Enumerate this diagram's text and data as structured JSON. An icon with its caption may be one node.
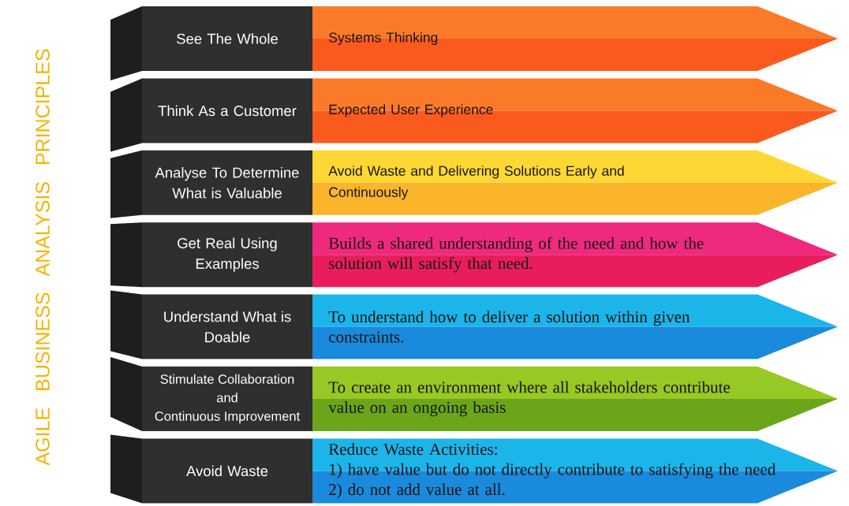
{
  "diagram": {
    "title": "AGILE BUSINESS ANALYSIS PRINCIPLES",
    "nodes": [
      {
        "text": [
          "See The Whole"
        ]
      },
      {
        "text": [
          "Systems Thinking"
        ]
      },
      {
        "text": [
          "Think As a Customer"
        ]
      },
      {
        "text": [
          "Expected User Experience"
        ]
      },
      {
        "text": [
          "Analyse To Determine What is Valuable"
        ]
      },
      {
        "text": [
          "Avoid Waste and Delivering Solutions Early and Continuously"
        ]
      },
      {
        "text": [
          "Get Real Using Examples"
        ]
      },
      {
        "text": [
          "Builds a shared understanding of the need and how the solution will satisfy that need."
        ]
      },
      {
        "text": [
          "Understand What is Doable"
        ]
      },
      {
        "text": [
          "To understand how to deliver a solution within given constraints."
        ]
      },
      {
        "text": [
          "Stimulate Collaboration and Continuous Improvement"
        ]
      },
      {
        "text": [
          "To create an environment where all stakeholders contribute value on an ongoing basis"
        ]
      },
      {
        "text": [
          "Avoid Waste"
        ]
      },
      {
        "text": [
          "Reduce Waste Activities:",
          "1) have value but do not directly contribute to satisfying the need",
          "2) do not add value at all."
        ]
      }
    ]
  }
}
